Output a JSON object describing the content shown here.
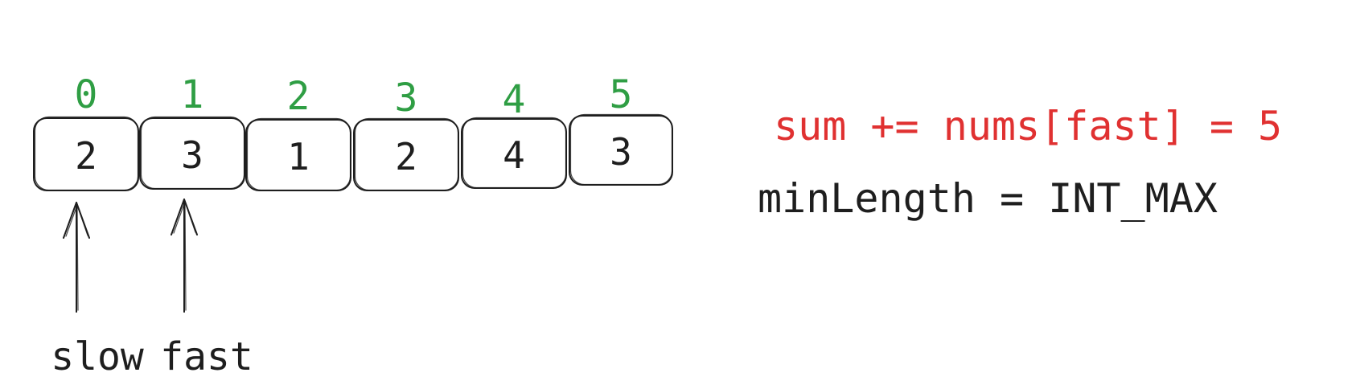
{
  "array": {
    "indices": [
      "0",
      "1",
      "2",
      "3",
      "4",
      "5"
    ],
    "values": [
      "2",
      "3",
      "1",
      "2",
      "4",
      "3"
    ]
  },
  "pointers": {
    "slow": {
      "label": "slow",
      "index": 0
    },
    "fast": {
      "label": "fast",
      "index": 1
    }
  },
  "expressions": {
    "sum": "sum += nums[fast] = 5",
    "min_length": "minLength = INT_MAX"
  },
  "colors": {
    "index": "#2f9e44",
    "stroke": "#1e1e1e",
    "highlight": "#e03131"
  }
}
